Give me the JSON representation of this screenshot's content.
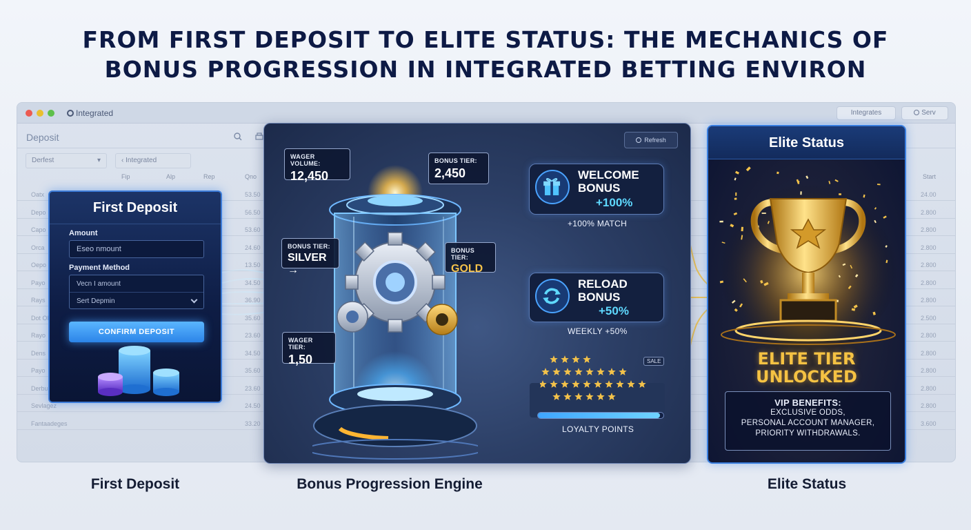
{
  "headline": {
    "line1": "FROM FIRST DEPOSIT TO ELITE STATUS: THE MECHANICS OF",
    "line2": "BONUS PROGRESSION IN INTEGRATED BETTING ENVIRON"
  },
  "app": {
    "title": "Integrated",
    "toolbar_pills": [
      "Integrates",
      "Serv"
    ],
    "deposit_tab": "Deposit",
    "filters": [
      "Derfest",
      "Integrated"
    ],
    "column_headers": [
      "Fip",
      "Alp",
      "Rep",
      "Qno",
      "Start"
    ],
    "ghost_rows": [
      {
        "label": "Oatx",
        "val": "53.50",
        "right": "24.00"
      },
      {
        "label": "Depo",
        "val": "56.50",
        "right": "2.800"
      },
      {
        "label": "Capo",
        "val": "53.60",
        "right": "2.800"
      },
      {
        "label": "Orca",
        "val": "24.60",
        "right": "2.800"
      },
      {
        "label": "Oepo",
        "val": "13.50",
        "right": "2.800"
      },
      {
        "label": "Payo",
        "val": "34.50",
        "right": "2.800"
      },
      {
        "label": "Rays",
        "val": "36.90",
        "right": "2.800"
      },
      {
        "label": "Dot Ol",
        "val": "35.60",
        "right": "2.500"
      },
      {
        "label": "Rayo",
        "val": "23.60",
        "right": "2.800"
      },
      {
        "label": "Dens",
        "val": "34.50",
        "right": "2.800"
      },
      {
        "label": "Payo",
        "val": "35.60",
        "right": "2.800"
      },
      {
        "label": "Derbui Vautrallices",
        "val": "23.60",
        "right": "2.800"
      },
      {
        "label": "Sevlagez",
        "val": "24.50",
        "right": "2.800"
      },
      {
        "label": "Fantaadeges",
        "val": "33.20",
        "right": "3.600"
      }
    ]
  },
  "first_deposit": {
    "title": "First Deposit",
    "amount_label": "Amount",
    "amount_placeholder": "Eseo nmount",
    "payment_label": "Payment Method",
    "payment_option_1": "Vecn I amount",
    "payment_option_2": "Sert Depmin",
    "confirm_label": "CONFIRM DEPOSIT"
  },
  "engine": {
    "refresh_label": "Refresh",
    "wager_volume": {
      "label": "WAGER VOLUME:",
      "value": "12,450"
    },
    "bonus_tier_top": {
      "label": "BONUS TIER:",
      "value": "2,450"
    },
    "bonus_tier_silver": {
      "label": "BONUS TIER:",
      "value": "SILVER →"
    },
    "bonus_tier_gold": {
      "label": "BONUS TIER:",
      "value": "GOLD"
    },
    "wager_tier": {
      "label": "WAGER TIER:",
      "value": "1,50"
    },
    "welcome": {
      "line1": "WELCOME",
      "line2": "BONUS",
      "pct": "+100%",
      "sub": "+100% MATCH"
    },
    "reload": {
      "line1": "RELOAD",
      "line2": "BONUS",
      "pct": "+50%",
      "sub": "WEEKLY +50%"
    },
    "sale_tag": "SALE",
    "loyalty_label": "LOYALTY POINTS",
    "loyalty_progress": 0.97
  },
  "elite": {
    "title": "Elite Status",
    "unlocked_line1": "ELITE TIER",
    "unlocked_line2": "UNLOCKED",
    "vip_title": "VIP BENEFITS:",
    "vip_lines": [
      "EXCLUSIVE ODDS,",
      "PERSONAL ACCOUNT MANAGER,",
      "PRIORITY WITHDRAWALS."
    ]
  },
  "captions": [
    "First Deposit",
    "Bonus Progression Engine",
    "Elite Status"
  ],
  "colors": {
    "accent_blue": "#3d7cd8",
    "gold": "#f4c24a",
    "cyan": "#5fd9ff",
    "navy": "#0d1a45"
  }
}
